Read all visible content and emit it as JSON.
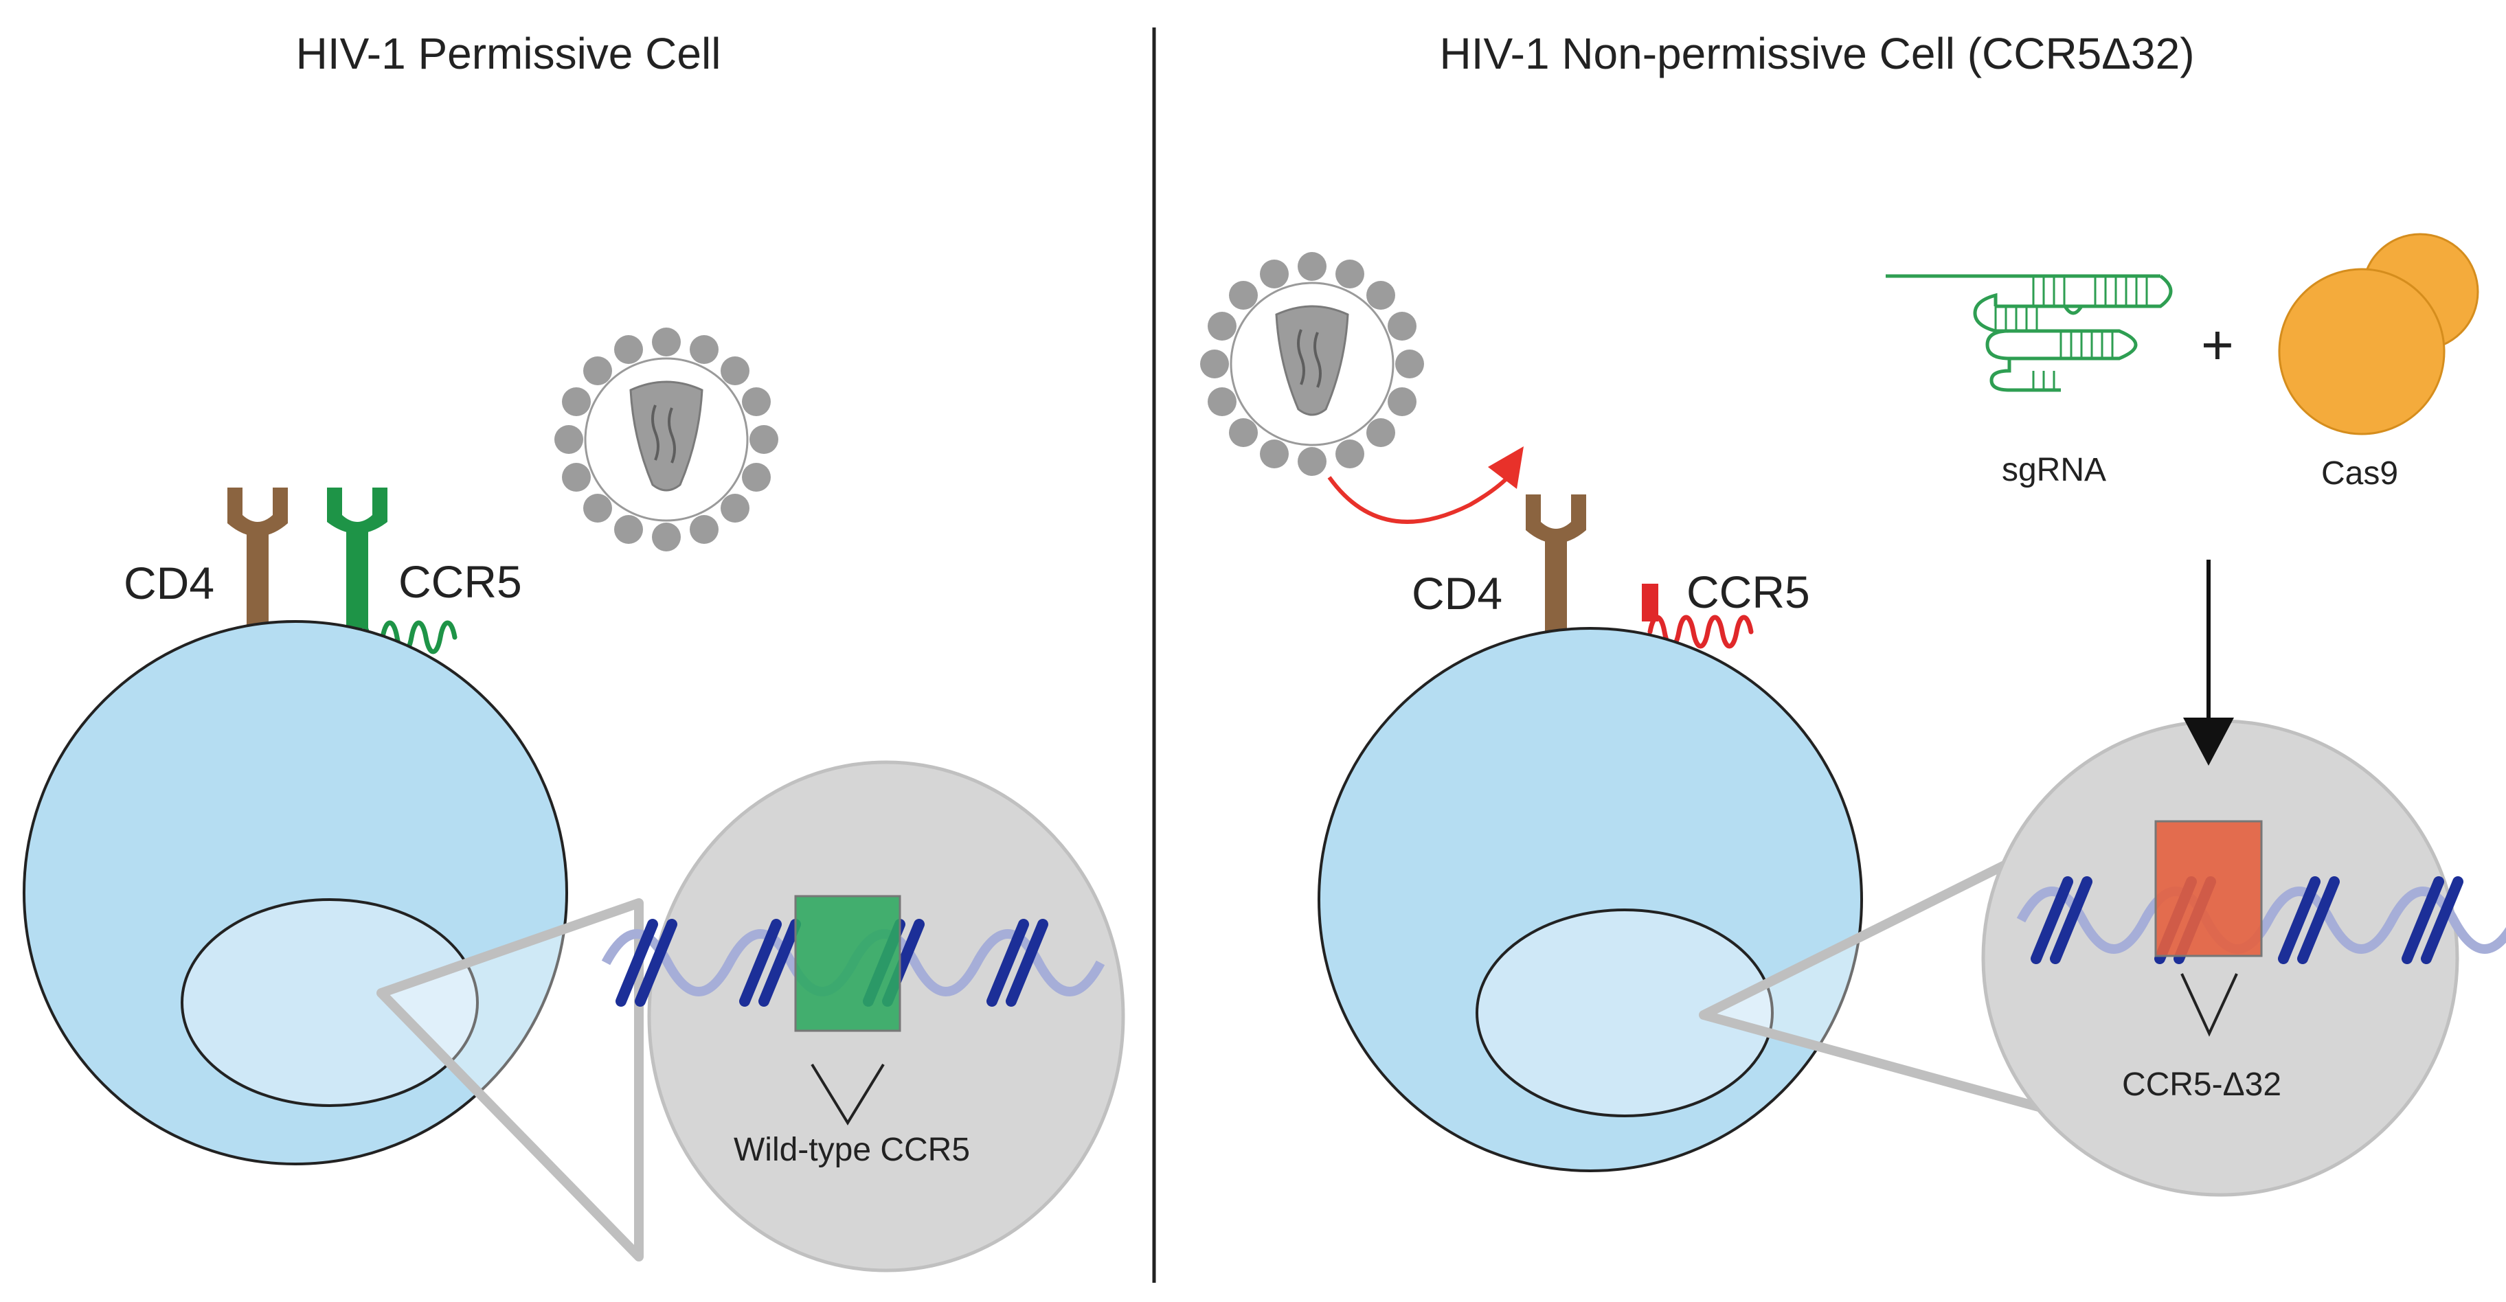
{
  "left_panel": {
    "title": "HIV-1 Permissive Cell",
    "receptor_1_label": "CD4",
    "receptor_2_label": "CCR5",
    "zoom_label": "Wild-type CCR5"
  },
  "right_panel": {
    "title": "HIV-1 Non-permissive Cell (CCR5Δ32)",
    "receptor_1_label": "CD4",
    "receptor_2_label": "CCR5",
    "zoom_label": "CCR5-Δ32",
    "guide_label": "sgRNA",
    "plus_sign": "+",
    "enzyme_label": "Cas9"
  },
  "colors": {
    "cell_fill": "#b5ddf2",
    "nucleus_fill": "#cfe8f7",
    "zoom_fill": "#d6d6d6",
    "cd4": "#8b6440",
    "ccr5_wildtype": "#1e9447",
    "ccr5_truncated": "#e0282a",
    "gene_box_wildtype": "#2ea860",
    "gene_box_mutant": "#e4613f",
    "dna_dark": "#1c2f98",
    "dna_light": "#a6aed8",
    "virus_gray": "#9c9c9c",
    "cas9": "#f4ab3c",
    "entry_blocked_arrow": "#e8312a"
  }
}
